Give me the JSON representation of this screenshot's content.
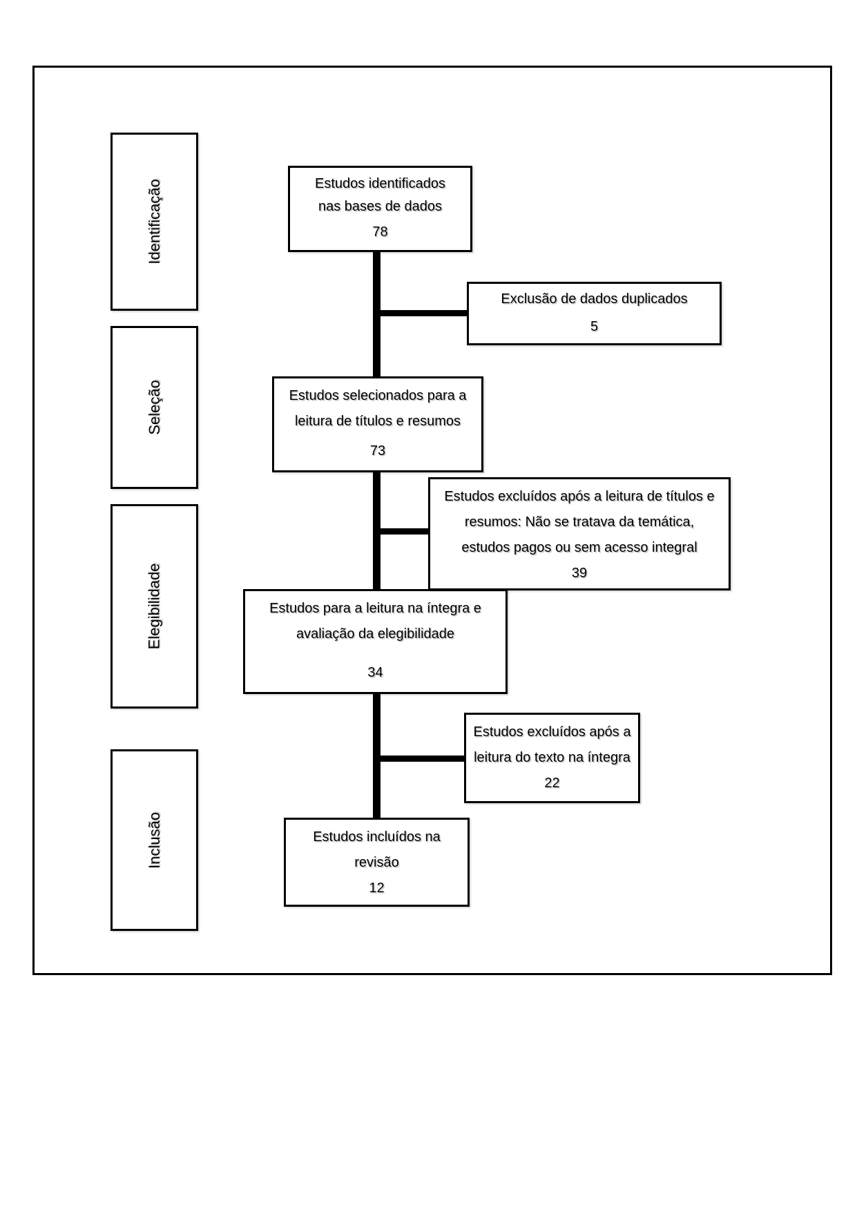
{
  "colors": {
    "line": "#000000",
    "background": "#ffffff",
    "text": "#000000"
  },
  "stages": [
    {
      "label": "Identificação"
    },
    {
      "label": "Seleção"
    },
    {
      "label": "Elegibilidade"
    },
    {
      "label": "Inclusão"
    }
  ],
  "flow_boxes": {
    "identified": {
      "line1": "Estudos identificados",
      "line2": "nas bases de dados",
      "count": "78"
    },
    "selected": {
      "line1": "Estudos selecionados para a",
      "line2": "leitura de títulos e resumos",
      "count": "73"
    },
    "fulltext": {
      "line1": "Estudos para a leitura na íntegra e",
      "line2": "avaliação da elegibilidade",
      "count": "34"
    },
    "included": {
      "line1": "Estudos incluídos na",
      "line2": "revisão",
      "count": "12"
    }
  },
  "exclusion_boxes": {
    "duplicates": {
      "line1": "Exclusão de dados duplicados",
      "count": "5"
    },
    "title_abstract": {
      "line1": "Estudos excluídos após a leitura de títulos e",
      "line2": "resumos: Não se tratava da temática,",
      "line3": "estudos pagos ou sem acesso integral",
      "count": "39"
    },
    "full_reading": {
      "line1": "Estudos excluídos após a",
      "line2": "leitura do texto na íntegra",
      "count": "22"
    }
  }
}
